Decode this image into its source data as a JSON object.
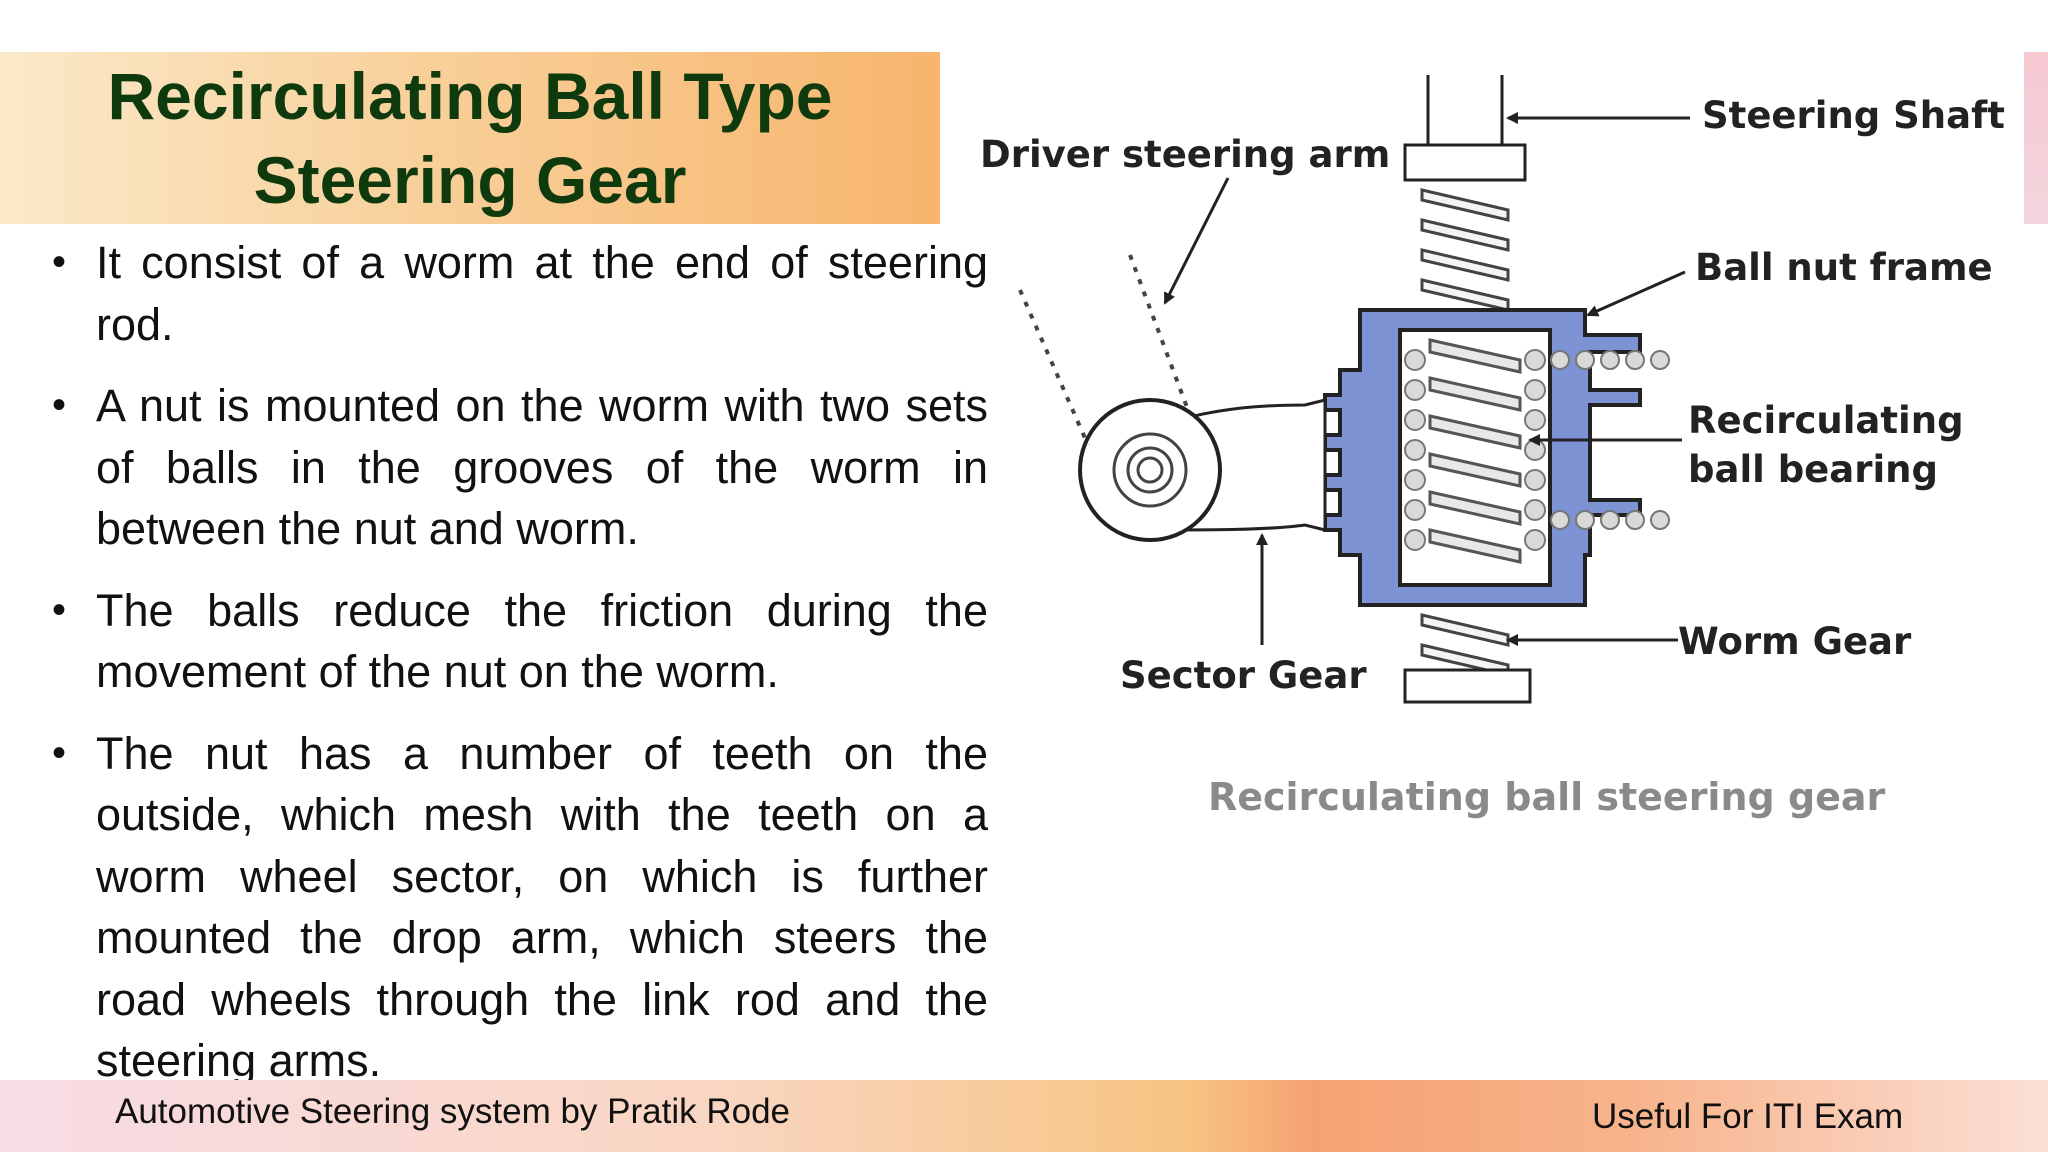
{
  "slide": {
    "title_line1": "Recirculating Ball Type",
    "title_line2": "Steering Gear",
    "bullets": [
      "It consist of a worm at the end of steering rod.",
      "A nut is mounted on the worm with two sets of balls in the grooves of the worm in between the nut and worm.",
      "The balls reduce the friction during the movement of the nut on the worm.",
      "The nut has a number of teeth on the outside, which mesh with the teeth on a worm wheel sector, on which is further mounted the drop arm, which steers the road wheels through the link rod and the steering arms."
    ]
  },
  "diagram": {
    "labels": {
      "steering_shaft": "Steering Shaft",
      "driver_steering_arm": "Driver steering arm",
      "ball_nut_frame": "Ball nut frame",
      "recirculating_line1": "Recirculating",
      "recirculating_line2": "ball bearing",
      "worm_gear": "Worm Gear",
      "sector_gear": "Sector Gear"
    },
    "caption": "Recirculating ball steering gear",
    "colors": {
      "nut_frame": "#7d93d4",
      "outline": "#222222"
    }
  },
  "footer": {
    "left_text": "Automotive Steering system by Pratik Rode",
    "right_text": "Useful For ITI Exam"
  }
}
